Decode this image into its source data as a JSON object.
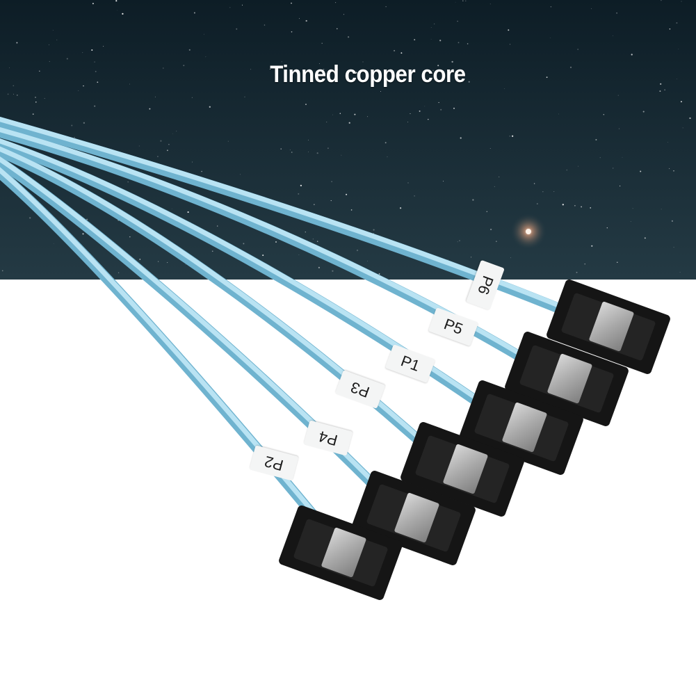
{
  "headline": "Tinned copper core",
  "port_labels": [
    "P6",
    "P5",
    "P1",
    "P3",
    "P4",
    "P2"
  ],
  "colors": {
    "sky_top": "#0d1d26",
    "sky_bottom": "#243a44",
    "cable": "#a8d8ec",
    "cable_shadow": "#6fb3cf",
    "connector": "#151515",
    "latch": "#bcbcbc",
    "background": "#ffffff"
  }
}
